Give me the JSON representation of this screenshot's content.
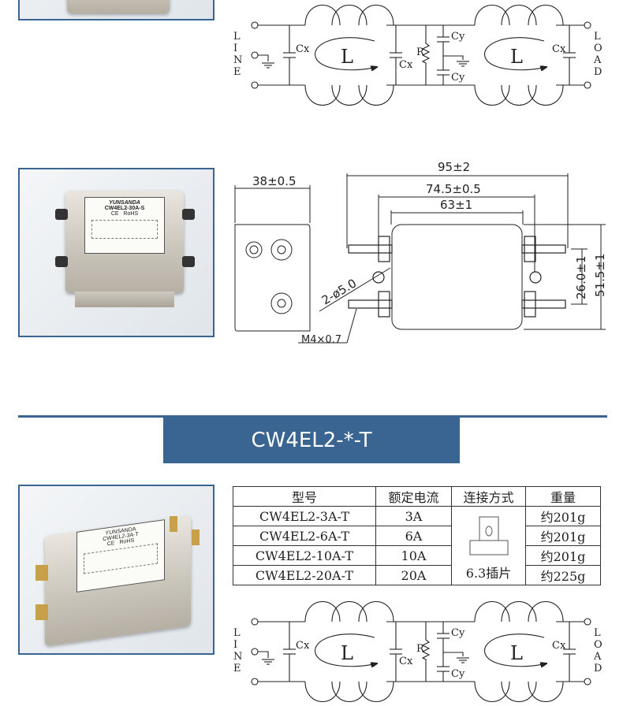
{
  "schematic": {
    "line_letters": [
      "L",
      "I",
      "N",
      "E"
    ],
    "load_letters": [
      "L",
      "O",
      "A",
      "D"
    ],
    "cx": "Cx",
    "cy": "Cy",
    "r": "R",
    "l": "L"
  },
  "photo2": {
    "brand": "YUNSANDA",
    "model": "CW4EL2-30A-S",
    "ce": "CE",
    "rohs": "RoHS"
  },
  "photo3": {
    "brand": "YUNSANDA",
    "model": "CW4EL2-3A-T",
    "ce": "CE",
    "rohs": "RoHS"
  },
  "dimensions": {
    "width_side": "38±0.5",
    "overall": "95±2",
    "mount": "74.5±0.5",
    "body": "63±1",
    "pitch": "26.0±1",
    "height": "51.5±1",
    "hole": "2-ø5.0",
    "thread": "M4×0.7"
  },
  "banner": {
    "title": "CW4EL2-*-T"
  },
  "table": {
    "headers": [
      "型号",
      "额定电流",
      "连接方式",
      "重量"
    ],
    "rows": [
      {
        "model": "CW4EL2-3A-T",
        "current": "3A",
        "weight": "约201g"
      },
      {
        "model": "CW4EL2-6A-T",
        "current": "6A",
        "weight": "约201g"
      },
      {
        "model": "CW4EL2-10A-T",
        "current": "10A",
        "weight": "约201g"
      },
      {
        "model": "CW4EL2-20A-T",
        "current": "20A",
        "weight": "约225g"
      }
    ],
    "connection": "6.3插片"
  },
  "colors": {
    "accent": "#3a6593"
  }
}
